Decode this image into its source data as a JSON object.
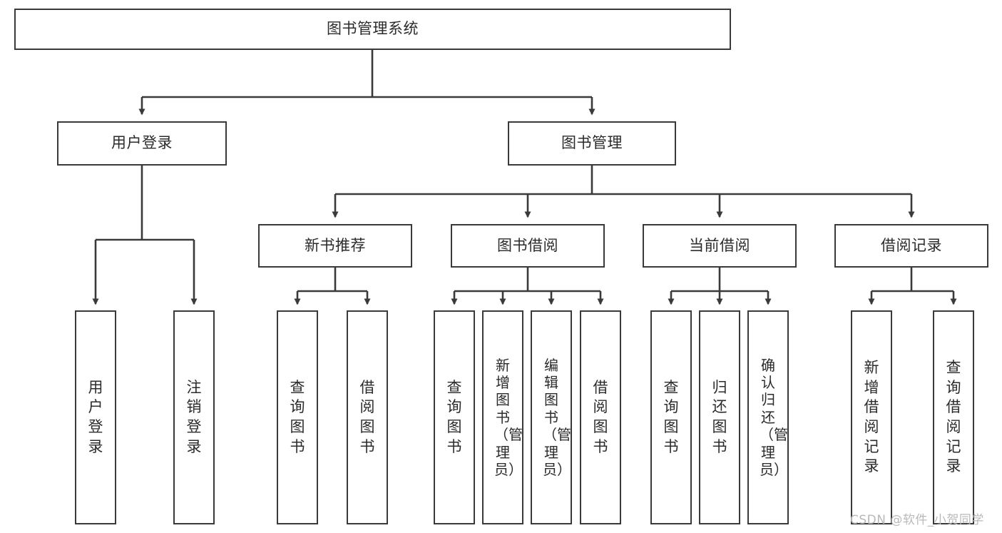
{
  "diagram": {
    "type": "tree-hierarchy-chart",
    "title": "图书管理系统",
    "line_color": "#3a3a3a",
    "box_fill": "#ffffff",
    "text_color": "#2b2b2b",
    "watermark": "CSDN @软件_小贺同学",
    "levels": [
      {
        "level": 1,
        "nodes": [
          {
            "id": "root",
            "label": "图书管理系统",
            "orientation": "horizontal"
          }
        ]
      },
      {
        "level": 2,
        "nodes": [
          {
            "id": "login",
            "label": "用户登录",
            "orientation": "horizontal",
            "parent": "root"
          },
          {
            "id": "bookmgmt",
            "label": "图书管理",
            "orientation": "horizontal",
            "parent": "root"
          }
        ]
      },
      {
        "level": 3,
        "nodes": [
          {
            "id": "newbook",
            "label": "新书推荐",
            "orientation": "horizontal",
            "parent": "bookmgmt"
          },
          {
            "id": "borrow",
            "label": "图书借阅",
            "orientation": "horizontal",
            "parent": "bookmgmt"
          },
          {
            "id": "current",
            "label": "当前借阅",
            "orientation": "horizontal",
            "parent": "bookmgmt"
          },
          {
            "id": "records",
            "label": "借阅记录",
            "orientation": "horizontal",
            "parent": "bookmgmt"
          }
        ]
      },
      {
        "level": 4,
        "nodes": [
          {
            "id": "leaf-user-login",
            "label": "用户登录",
            "orientation": "vertical",
            "parent": "login"
          },
          {
            "id": "leaf-user-logout",
            "label": "注销登录",
            "orientation": "vertical",
            "parent": "login"
          },
          {
            "id": "leaf-query-book-1",
            "label": "查询图书",
            "orientation": "vertical",
            "parent": "newbook"
          },
          {
            "id": "leaf-borrow-book-1",
            "label": "借阅图书",
            "orientation": "vertical",
            "parent": "newbook"
          },
          {
            "id": "leaf-query-book-2",
            "label": "查询图书",
            "orientation": "vertical",
            "parent": "borrow"
          },
          {
            "id": "leaf-add-book",
            "label": "新增图书（管理员）",
            "orientation": "vertical",
            "parent": "borrow"
          },
          {
            "id": "leaf-edit-book",
            "label": "编辑图书（管理员）",
            "orientation": "vertical",
            "parent": "borrow"
          },
          {
            "id": "leaf-borrow-book-2",
            "label": "借阅图书",
            "orientation": "vertical",
            "parent": "borrow"
          },
          {
            "id": "leaf-query-book-3",
            "label": "查询图书",
            "orientation": "vertical",
            "parent": "current"
          },
          {
            "id": "leaf-return-book",
            "label": "归还图书",
            "orientation": "vertical",
            "parent": "current"
          },
          {
            "id": "leaf-confirm-return",
            "label": "确认归还（管理员）",
            "orientation": "vertical",
            "parent": "current"
          },
          {
            "id": "leaf-add-record",
            "label": "新增借阅记录",
            "orientation": "vertical",
            "parent": "records"
          },
          {
            "id": "leaf-query-record",
            "label": "查询借阅记录",
            "orientation": "vertical",
            "parent": "records"
          }
        ]
      }
    ]
  }
}
